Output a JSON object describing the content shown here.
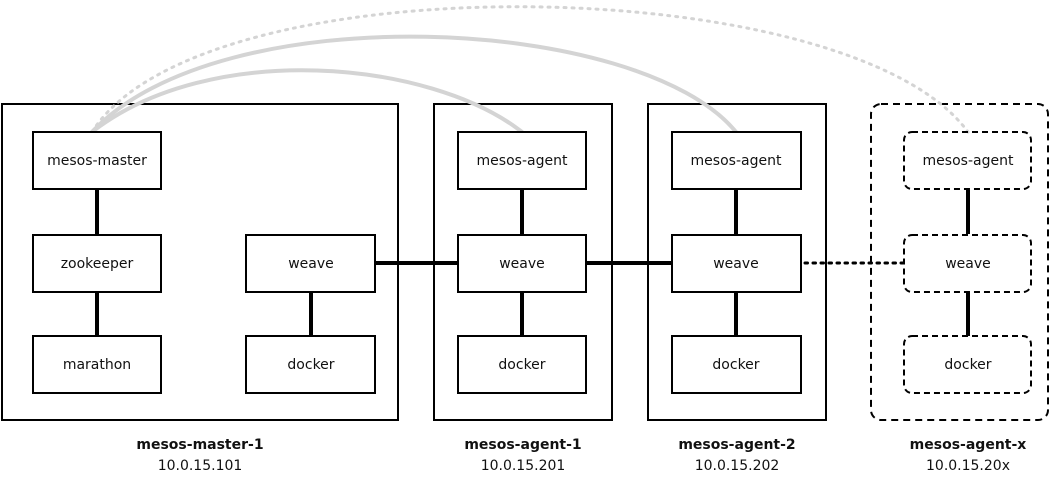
{
  "hosts": {
    "master_1": {
      "name": "mesos-master-1",
      "ip": "10.0.15.101"
    },
    "agent_1": {
      "name": "mesos-agent-1",
      "ip": "10.0.15.201"
    },
    "agent_2": {
      "name": "mesos-agent-2",
      "ip": "10.0.15.202"
    },
    "agent_x": {
      "name": "mesos-agent-x",
      "ip": "10.0.15.20x"
    }
  },
  "components": {
    "master_1": {
      "mesos_master": "mesos-master",
      "zookeeper": "zookeeper",
      "marathon": "marathon",
      "weave": "weave",
      "docker": "docker"
    },
    "agent_1": {
      "mesos_agent": "mesos-agent",
      "weave": "weave",
      "docker": "docker"
    },
    "agent_2": {
      "mesos_agent": "mesos-agent",
      "weave": "weave",
      "docker": "docker"
    },
    "agent_x": {
      "mesos_agent": "mesos-agent",
      "weave": "weave",
      "docker": "docker"
    }
  },
  "colors": {
    "line": "#000000",
    "master_link": "#d4d4d4"
  }
}
